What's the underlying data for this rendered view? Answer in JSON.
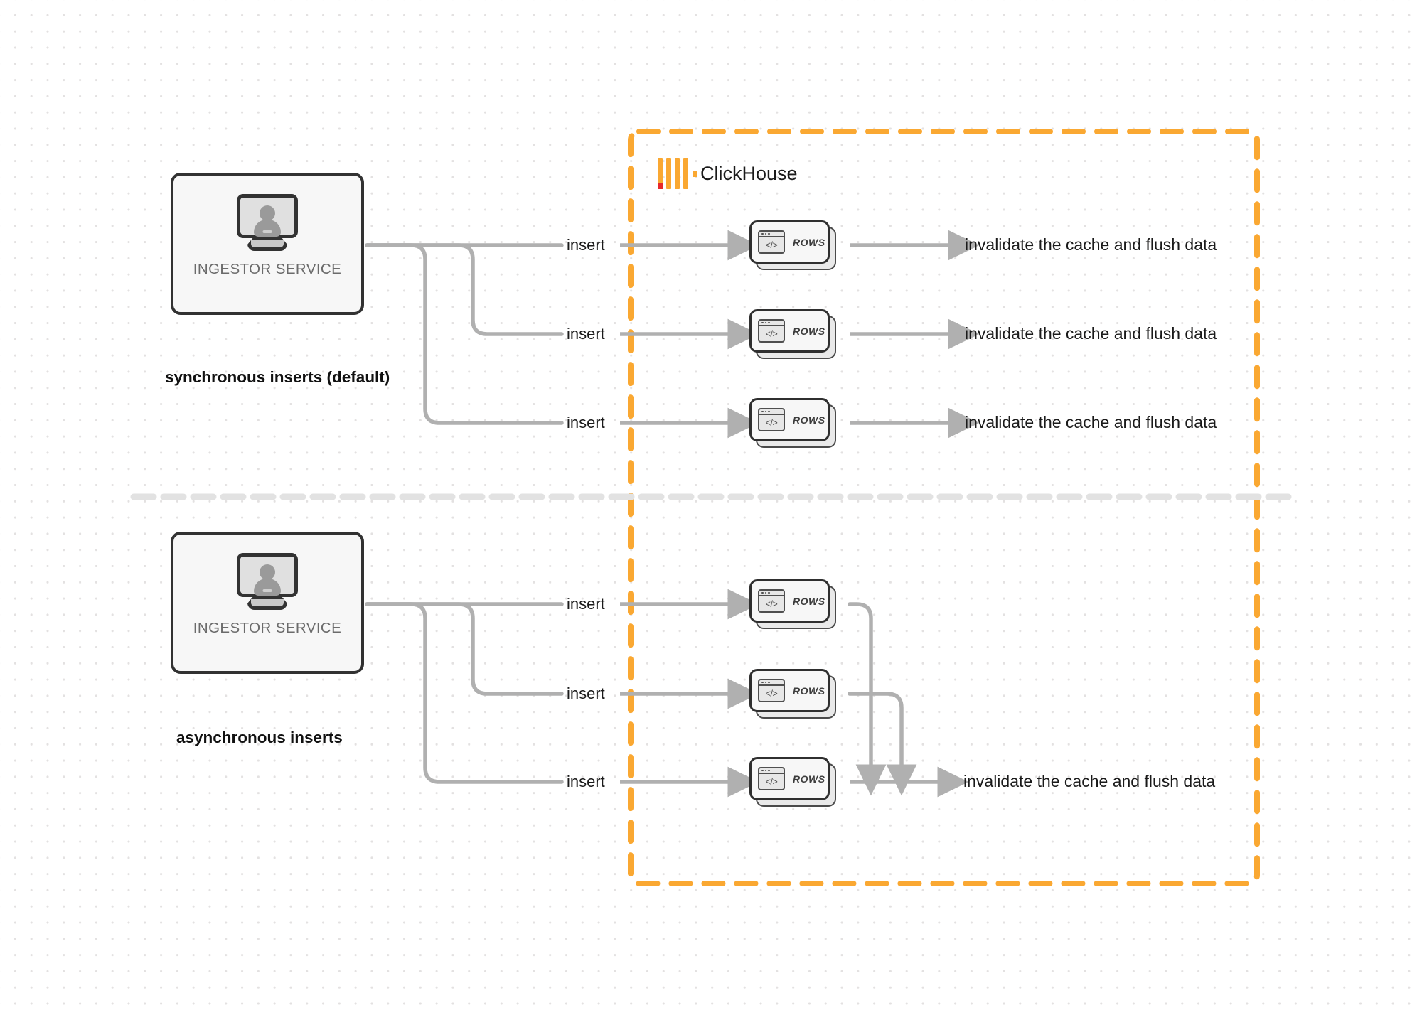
{
  "diagram": {
    "title": "ClickHouse synchronous vs asynchronous inserts",
    "colors": {
      "brand_orange": "#faa832",
      "brand_red": "#e8282a",
      "edge_gray": "#b0b0b0",
      "node_border": "#323232",
      "node_fill": "#f7f7f7",
      "canvas": "#ffffff",
      "grid_dot": "#e3e1e1"
    }
  },
  "boundary": {
    "name": "ClickHouse",
    "logo_icon": "clickhouse-logo-icon",
    "border_style": "dashed"
  },
  "sections": [
    {
      "id": "synchronous",
      "caption": "synchronous inserts (default)",
      "service": {
        "label": "INGESTOR SERVICE",
        "icon": "monitor-user-icon"
      },
      "edges": [
        {
          "label": "insert"
        },
        {
          "label": "insert"
        },
        {
          "label": "insert"
        }
      ],
      "rows_nodes": [
        {
          "label": "ROWS",
          "icon": "code-window-icon"
        },
        {
          "label": "ROWS",
          "icon": "code-window-icon"
        },
        {
          "label": "ROWS",
          "icon": "code-window-icon"
        }
      ],
      "outputs": [
        {
          "label": "invalidate the cache and flush data"
        },
        {
          "label": "invalidate the cache and flush data"
        },
        {
          "label": "invalidate the cache and flush data"
        }
      ]
    },
    {
      "id": "asynchronous",
      "caption": "asynchronous inserts",
      "service": {
        "label": "INGESTOR SERVICE",
        "icon": "monitor-user-icon"
      },
      "edges": [
        {
          "label": "insert"
        },
        {
          "label": "insert"
        },
        {
          "label": "insert"
        }
      ],
      "rows_nodes": [
        {
          "label": "ROWS",
          "icon": "code-window-icon"
        },
        {
          "label": "ROWS",
          "icon": "code-window-icon"
        },
        {
          "label": "ROWS",
          "icon": "code-window-icon"
        }
      ],
      "outputs": [
        {
          "label": "invalidate the cache and flush data"
        }
      ]
    }
  ]
}
